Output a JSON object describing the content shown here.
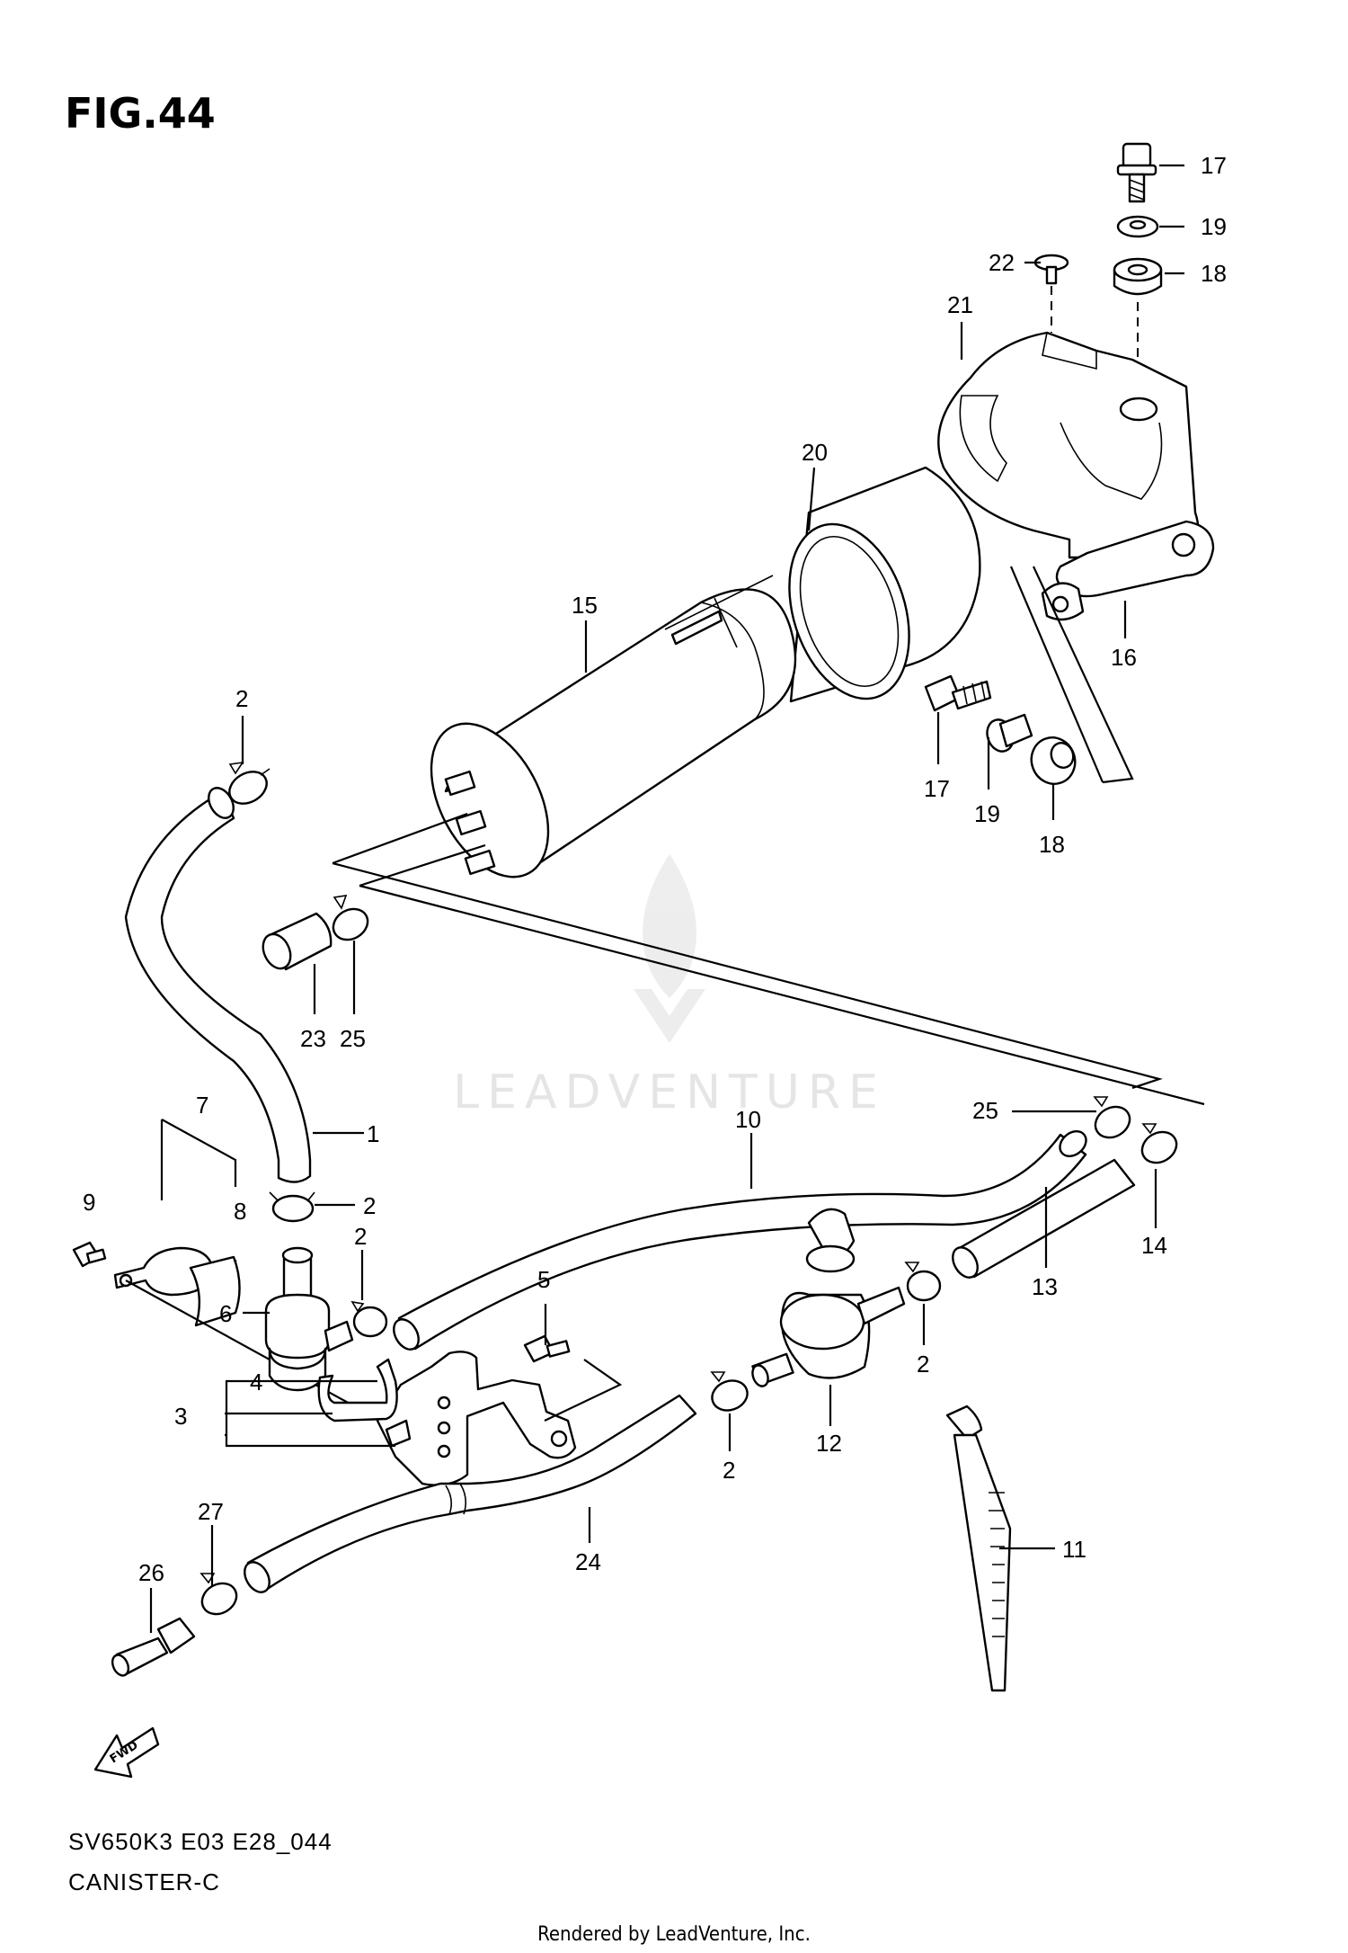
{
  "figure": {
    "title": "FIG.44",
    "model_code": "SV650K3 E03 E28_044",
    "section_name": "CANISTER-C",
    "rendered_by": "Rendered by LeadVenture, Inc.",
    "watermark": "LEADVENTURE",
    "arrow_label": "FWD"
  },
  "callouts": [
    {
      "id": "c17a",
      "text": "17"
    },
    {
      "id": "c19a",
      "text": "19"
    },
    {
      "id": "c18a",
      "text": "18"
    },
    {
      "id": "c22",
      "text": "22"
    },
    {
      "id": "c21",
      "text": "21"
    },
    {
      "id": "c20",
      "text": "20"
    },
    {
      "id": "c15",
      "text": "15"
    },
    {
      "id": "c16",
      "text": "16"
    },
    {
      "id": "c17b",
      "text": "17"
    },
    {
      "id": "c19b",
      "text": "19"
    },
    {
      "id": "c18b",
      "text": "18"
    },
    {
      "id": "c2a",
      "text": "2"
    },
    {
      "id": "c23",
      "text": "23"
    },
    {
      "id": "c25a",
      "text": "25"
    },
    {
      "id": "c7",
      "text": "7"
    },
    {
      "id": "c1",
      "text": "1"
    },
    {
      "id": "c9",
      "text": "9"
    },
    {
      "id": "c8",
      "text": "8"
    },
    {
      "id": "c2b",
      "text": "2"
    },
    {
      "id": "c6",
      "text": "6"
    },
    {
      "id": "c2c",
      "text": "2"
    },
    {
      "id": "c10",
      "text": "10"
    },
    {
      "id": "c25b",
      "text": "25"
    },
    {
      "id": "c14",
      "text": "14"
    },
    {
      "id": "c13",
      "text": "13"
    },
    {
      "id": "c5",
      "text": "5"
    },
    {
      "id": "c4",
      "text": "4"
    },
    {
      "id": "c3",
      "text": "3"
    },
    {
      "id": "c2d",
      "text": "2"
    },
    {
      "id": "c12",
      "text": "12"
    },
    {
      "id": "c2e",
      "text": "2"
    },
    {
      "id": "c11",
      "text": "11"
    },
    {
      "id": "c27",
      "text": "27"
    },
    {
      "id": "c26",
      "text": "26"
    },
    {
      "id": "c24",
      "text": "24"
    }
  ]
}
